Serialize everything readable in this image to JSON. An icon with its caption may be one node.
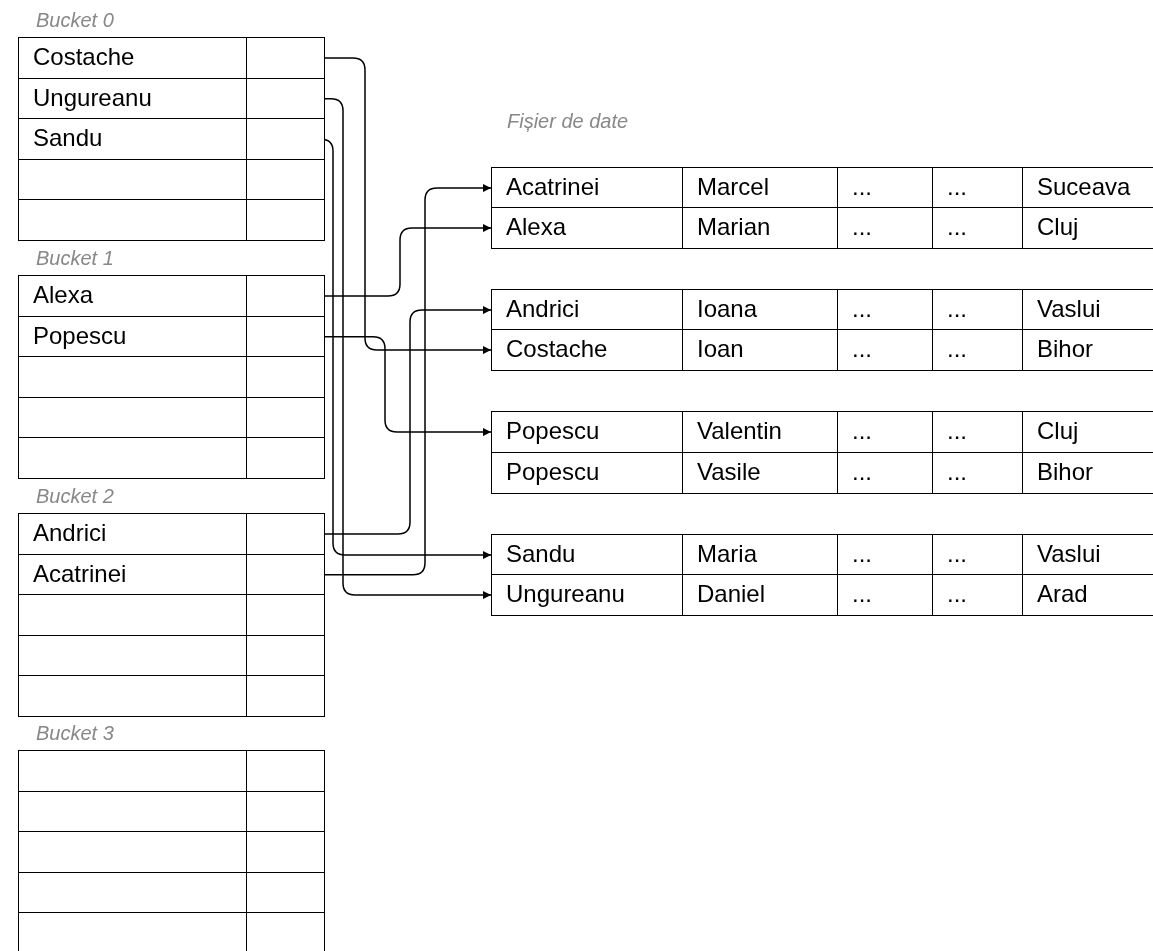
{
  "diagram": {
    "nodes": [
      {
        "text": [
          "Bucket 0"
        ]
      },
      {
        "text": [
          "Costache"
        ],
        "in": 0
      },
      {
        "text": [
          "Ungureanu"
        ],
        "in": 0
      },
      {
        "text": [
          "Sandu"
        ],
        "in": 0
      },
      {
        "text": [],
        "shape": "box",
        "in": 0
      },
      {
        "text": [],
        "shape": "box",
        "in": 0
      },
      {
        "text": [
          "Bucket 1"
        ]
      },
      {
        "text": [
          "Alexa"
        ],
        "in": 6
      },
      {
        "text": [
          "Popescu"
        ],
        "in": 6
      },
      {
        "text": [],
        "shape": "box",
        "in": 6
      },
      {
        "text": [],
        "shape": "box",
        "in": 6
      },
      {
        "text": [],
        "shape": "box",
        "in": 6
      },
      {
        "text": [
          "Bucket 2"
        ]
      },
      {
        "text": [
          "Andrici"
        ],
        "in": 12
      },
      {
        "text": [
          "Acatrinei"
        ],
        "in": 12
      },
      {
        "text": [],
        "shape": "box",
        "in": 12
      },
      {
        "text": [],
        "shape": "box",
        "in": 12
      },
      {
        "text": [],
        "shape": "box",
        "in": 12
      },
      {
        "text": [
          "Bucket 3"
        ]
      },
      {
        "text": [],
        "shape": "box",
        "in": 18
      },
      {
        "text": [],
        "shape": "box",
        "in": 18
      },
      {
        "text": [],
        "shape": "box",
        "in": 18
      },
      {
        "text": [],
        "shape": "box",
        "in": 18
      },
      {
        "text": [],
        "shape": "box",
        "in": 18
      },
      {
        "text": [
          "Acatrinei",
          "Marcel",
          "...",
          "...",
          "Suceava"
        ]
      },
      {
        "text": [
          "Alexa",
          "Marian",
          "...",
          "...",
          "Cluj"
        ]
      },
      {
        "text": [
          "Andrici",
          "Ioana",
          "...",
          "...",
          "Vaslui"
        ]
      },
      {
        "text": [
          "Costache",
          "Ioan",
          "...",
          "...",
          "Bihor"
        ]
      },
      {
        "text": [
          "Popescu",
          "Valentin",
          "...",
          "...",
          "Cluj"
        ]
      },
      {
        "text": [
          "Popescu",
          "Vasile",
          "...",
          "...",
          "Bihor"
        ]
      },
      {
        "text": [
          "Sandu",
          "Maria",
          "...",
          "...",
          "Vaslui"
        ]
      },
      {
        "text": [
          "Ungureanu",
          "Daniel",
          "...",
          "...",
          "Arad"
        ]
      }
    ],
    "edges": [
      {
        "from": 1,
        "to": 27,
        "arrow": "to"
      },
      {
        "from": 2,
        "to": 31,
        "arrow": "to"
      },
      {
        "from": 3,
        "to": 30,
        "arrow": "to"
      },
      {
        "from": 7,
        "to": 25,
        "arrow": "to"
      },
      {
        "from": 8,
        "to": 28,
        "arrow": "to"
      },
      {
        "from": 13,
        "to": 26,
        "arrow": "to"
      },
      {
        "from": 14,
        "to": 24,
        "arrow": "to"
      }
    ],
    "labels": [
      "Fișier de date"
    ]
  }
}
